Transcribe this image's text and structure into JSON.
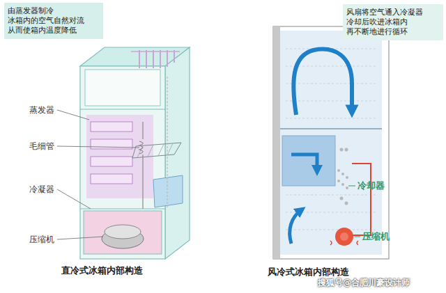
{
  "diagram": {
    "nodes": [
      {
        "text": [
          "由蒸发器制冷 冰箱内的空气自然对流 从而使箱内温度降低"
        ]
      },
      {
        "text": [
          "风扇将空气通入冷凝器 冷却后吹进冰箱内 再不断地进行循环"
        ]
      }
    ],
    "labels": [
      "蒸发器",
      "毛细管",
      "冷凝器",
      "压缩机",
      "冷却器",
      "压缩机",
      "直冷式冰箱内部构造",
      "风冷式冰箱内部构造",
      "搜狐号@合肥川豪设计师"
    ]
  }
}
